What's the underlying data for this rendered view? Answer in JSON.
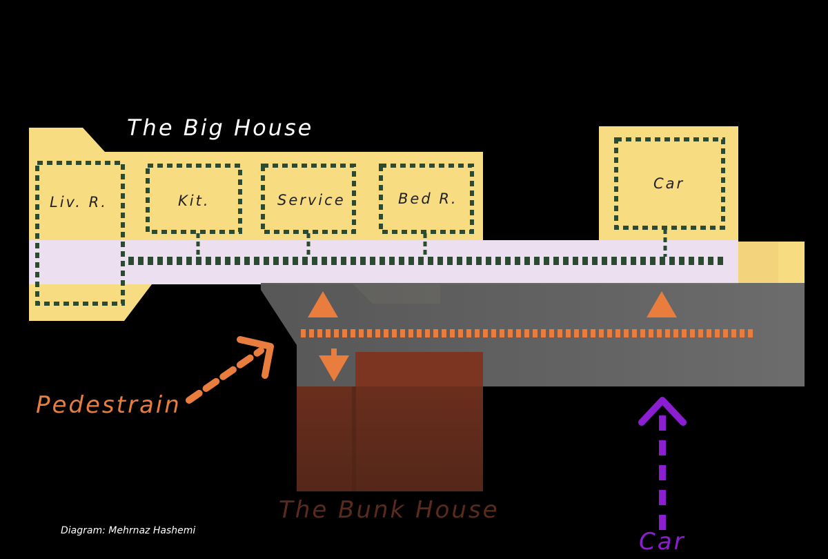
{
  "labels": {
    "big_house": "The Big House",
    "bunk_house": "The Bunk House",
    "pedestrian": "Pedestrain",
    "car_entry": "Car",
    "credit": "Diagram: Mehrnaz Hashemi"
  },
  "rooms": {
    "living": "Liv. R.",
    "kitchen": "Kit.",
    "service": "Service",
    "bedroom": "Bed R.",
    "garage": "Car"
  },
  "colors": {
    "background": "#000000",
    "house_fill": "#f8dc82",
    "corridor_fill": "#ece0f0",
    "room_outline": "#2b4a32",
    "plaza_fill": "#6b6b6b",
    "bunk_fill": "#5e2b1c",
    "pedestrian_accent": "#e87d3e",
    "car_accent": "#8c1ed2",
    "label_white": "#ffffff",
    "bunk_label": "#5a2a1c"
  }
}
